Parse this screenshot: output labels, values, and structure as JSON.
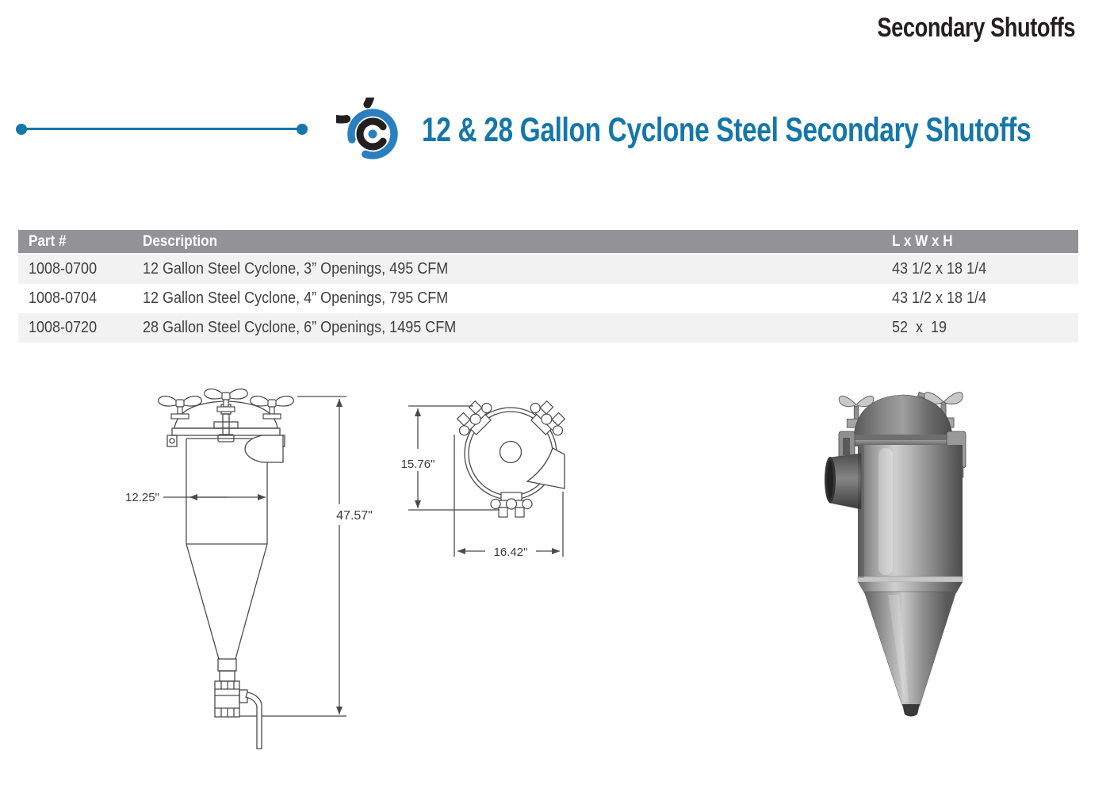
{
  "page": {
    "header": "Secondary Shutoffs",
    "title": "12 & 28 Gallon Cyclone Steel Secondary Shutoffs"
  },
  "colors": {
    "accent_blue": "#1577a9",
    "heading_text": "#231f20",
    "logo_black": "#231f20",
    "logo_blue": "#2a7fc0",
    "table_header_bg": "#939397",
    "table_row_alt_bg": "#f2f2f3",
    "table_text": "#414042",
    "drawing_line": "#4a4a4a"
  },
  "icons": {
    "logo": "cyclone-brand-logo"
  },
  "table": {
    "columns": [
      "Part #",
      "Description",
      "L x W x H"
    ],
    "rows": [
      {
        "part": "1008-0700",
        "description": "12 Gallon Steel Cyclone, 3” Openings, 495 CFM",
        "dimensions": "43 1/2 x 18 1/4"
      },
      {
        "part": "1008-0704",
        "description": "12 Gallon Steel Cyclone, 4” Openings, 795 CFM",
        "dimensions": "43 1/2 x 18 1/4"
      },
      {
        "part": "1008-0720",
        "description": "28 Gallon Steel Cyclone, 6” Openings, 1495 CFM",
        "dimensions": "52  x  19"
      }
    ]
  },
  "drawings": {
    "front_view": {
      "width_label": "12.25\"",
      "height_label": "47.57\""
    },
    "top_view": {
      "height_label": "15.76\"",
      "width_label": "16.42\""
    }
  }
}
